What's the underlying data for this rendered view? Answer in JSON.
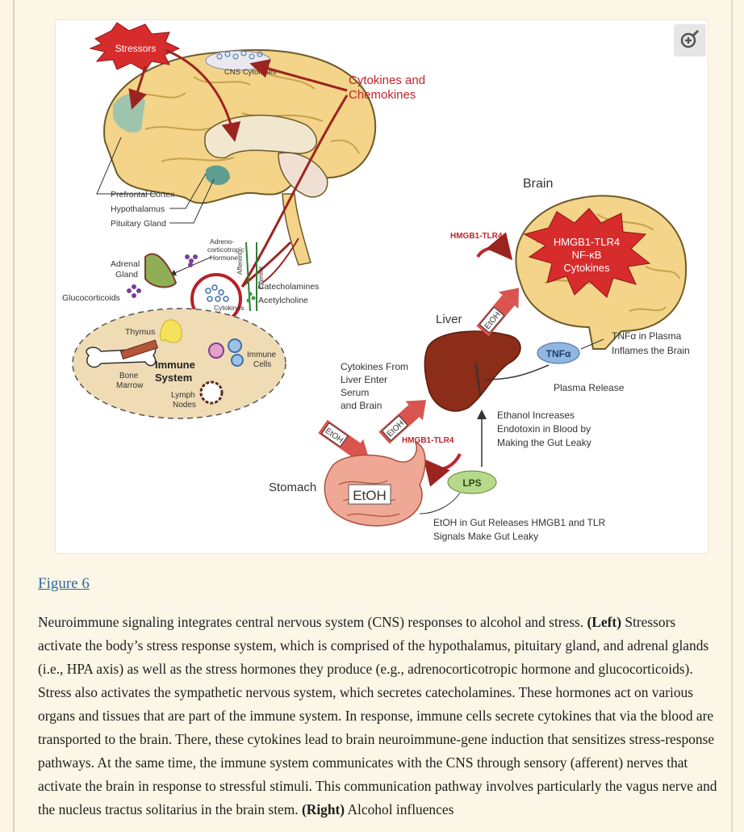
{
  "figure": {
    "labels": {
      "stressors": "Stressors",
      "cns_cytokines": "CNS Cytokines",
      "cytokines_chemokines_1": "Cytokines and",
      "cytokines_chemokines_2": "Chemokines",
      "prefrontal_cortex": "Prefrontal Cortex",
      "hypothalamus": "Hypothalamus",
      "pituitary": "Pituitary Gland",
      "acth_1": "Adreno-",
      "acth_2": "corticotropic",
      "acth_3": "Hormone",
      "adrenal_1": "Adrenal",
      "adrenal_2": "Gland",
      "glucocorticoids": "Glucocorticoids",
      "afferent": "Afferent",
      "efferent": "Efferent",
      "catecholamines": "Catecholamines",
      "acetylcholine": "Acetylcholine",
      "cytokines": "Cytokines",
      "thymus": "Thymus",
      "immune_system_1": "Immune",
      "immune_system_2": "System",
      "immune_cells_1": "Immune",
      "immune_cells_2": "Cells",
      "bone_marrow_1": "Bone",
      "bone_marrow_2": "Marrow",
      "lymph_nodes_1": "Lymph",
      "lymph_nodes_2": "Nodes",
      "brain": "Brain",
      "hmgb1_tlr4": "HMGB1-TLR4",
      "burst_1": "HMGB1-TLR4",
      "burst_2": "NF-κB",
      "burst_3": "Cytokines",
      "liver": "Liver",
      "tnfa": "TNFα",
      "tnfa_plasma_1": "TNFα in Plasma",
      "tnfa_plasma_2": "Inflames the Brain",
      "plasma_release": "Plasma Release",
      "cyto_liver_1": "Cytokines From",
      "cyto_liver_2": "Liver Enter",
      "cyto_liver_3": "Serum",
      "cyto_liver_4": "and Brain",
      "ethanol_1": "Ethanol Increases",
      "ethanol_2": "Endotoxin in Blood by",
      "ethanol_3": "Making the Gut Leaky",
      "etoh_arrow": "EtOH",
      "hmgb1_tlr4_gut": "HMGB1-TLR4",
      "stomach": "Stomach",
      "etoh_box": "EtOH",
      "lps": "LPS",
      "gut_1": "EtOH in Gut Releases HMGB1 and TLR",
      "gut_2": "Signals Make Gut Leaky"
    }
  },
  "figure_link": "Figure 6",
  "caption": {
    "part1": "Neuroimmune signaling integrates central nervous system (CNS) responses to alcohol and stress. ",
    "left": "(Left)",
    "part2": " Stressors activate the body’s stress response system, which is comprised of the hypothalamus, pituitary gland, and adrenal glands (i.e., HPA axis) as well as the stress hormones they produce (e.g., adrenocorticotropic hormone and glucocorticoids). Stress also activates the sympathetic nervous system, which secretes catecholamines. These hormones act on various organs and tissues that are part of the immune system. In response, immune cells secrete cytokines that via the blood are transported to the brain. There, these cytokines lead to brain neuroimmune-gene induction that sensitizes stress-response pathways. At the same time, the immune system communicates with the CNS through sensory (afferent) nerves that activate the brain in response to stressful stimuli. This communication pathway involves particularly the vagus nerve and the nucleus tractus solitarius in the brain stem. ",
    "right": "(Right)",
    "part3": " Alcohol influences"
  }
}
